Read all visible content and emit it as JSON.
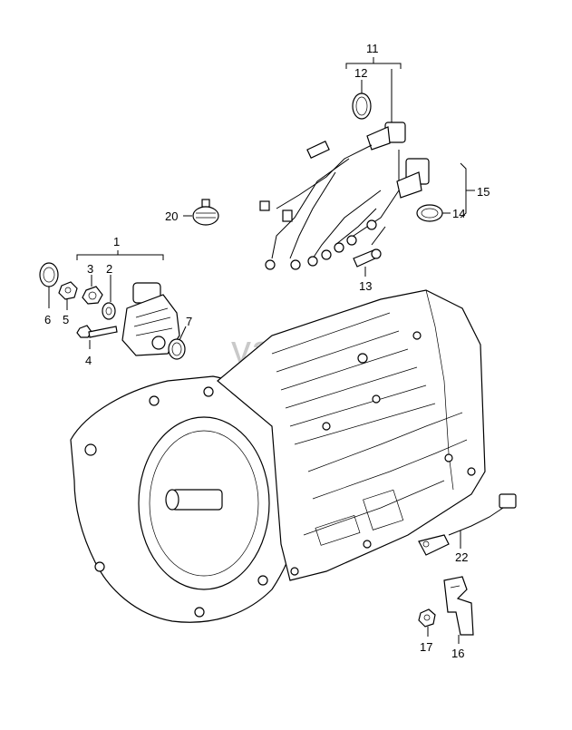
{
  "watermark": "vagtec.ru",
  "callouts": {
    "c1": "1",
    "c2": "2",
    "c3": "3",
    "c4": "4",
    "c5": "5",
    "c6": "6",
    "c7": "7",
    "c11": "11",
    "c12": "12",
    "c13": "13",
    "c14": "14",
    "c15": "15",
    "c16": "16",
    "c17": "17",
    "c20": "20",
    "c22": "22"
  }
}
